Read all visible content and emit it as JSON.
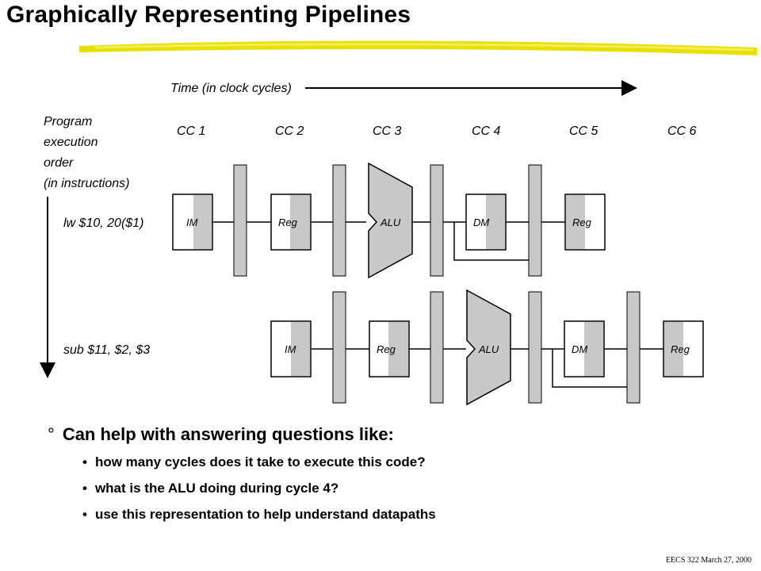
{
  "slide": {
    "title": "Graphically Representing Pipelines",
    "footer": "EECS 322 March 27, 2000",
    "accent_color": "#e8e000"
  },
  "diagram": {
    "time_label": "Time (in clock cycles)",
    "axis_label_lines": [
      "Program",
      "execution",
      "order",
      "(in instructions)"
    ],
    "cycles": [
      "CC 1",
      "CC 2",
      "CC 3",
      "CC 4",
      "CC 5",
      "CC 6"
    ],
    "instructions": [
      {
        "label": "lw $10, 20($1)",
        "stages": [
          "IM",
          "Reg",
          "ALU",
          "DM",
          "Reg"
        ]
      },
      {
        "label": "sub $11, $2, $3",
        "stages": [
          "IM",
          "Reg",
          "ALU",
          "DM",
          "Reg"
        ]
      }
    ],
    "fill_color": "#c8c8c8"
  },
  "content": {
    "bullet_marker": "°",
    "main_bullet": "Can help with answering questions like:",
    "sub_bullets": [
      "how many cycles does it take to execute this code?",
      "what is the ALU doing during cycle 4?",
      "use this representation to help understand datapaths"
    ]
  }
}
